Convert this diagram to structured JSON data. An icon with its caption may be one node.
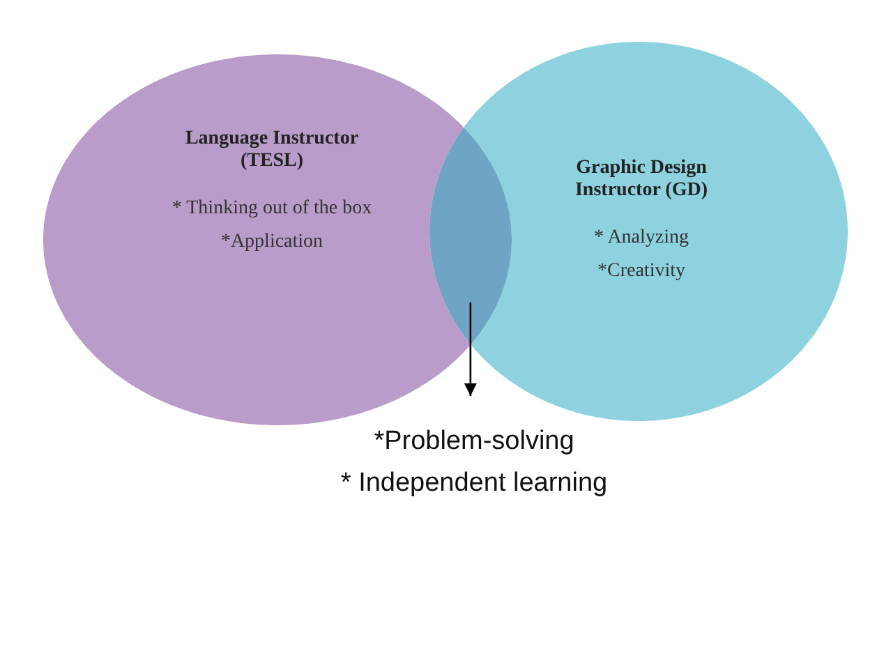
{
  "diagram": {
    "nodes": [
      {
        "text": [
          "Language Instructor (TESL)",
          "* Thinking out of the box",
          "*Application"
        ]
      },
      {
        "text": [
          "Graphic Design Instructor (GD)",
          "* Analyzing",
          "*Creativity"
        ]
      },
      {
        "text": [],
        "shape": "lens"
      },
      {
        "text": [
          "*Problem-solving",
          "* Independent learning"
        ]
      }
    ],
    "edges": [
      {
        "from": 2,
        "to": 3,
        "arrow": "to"
      }
    ]
  }
}
